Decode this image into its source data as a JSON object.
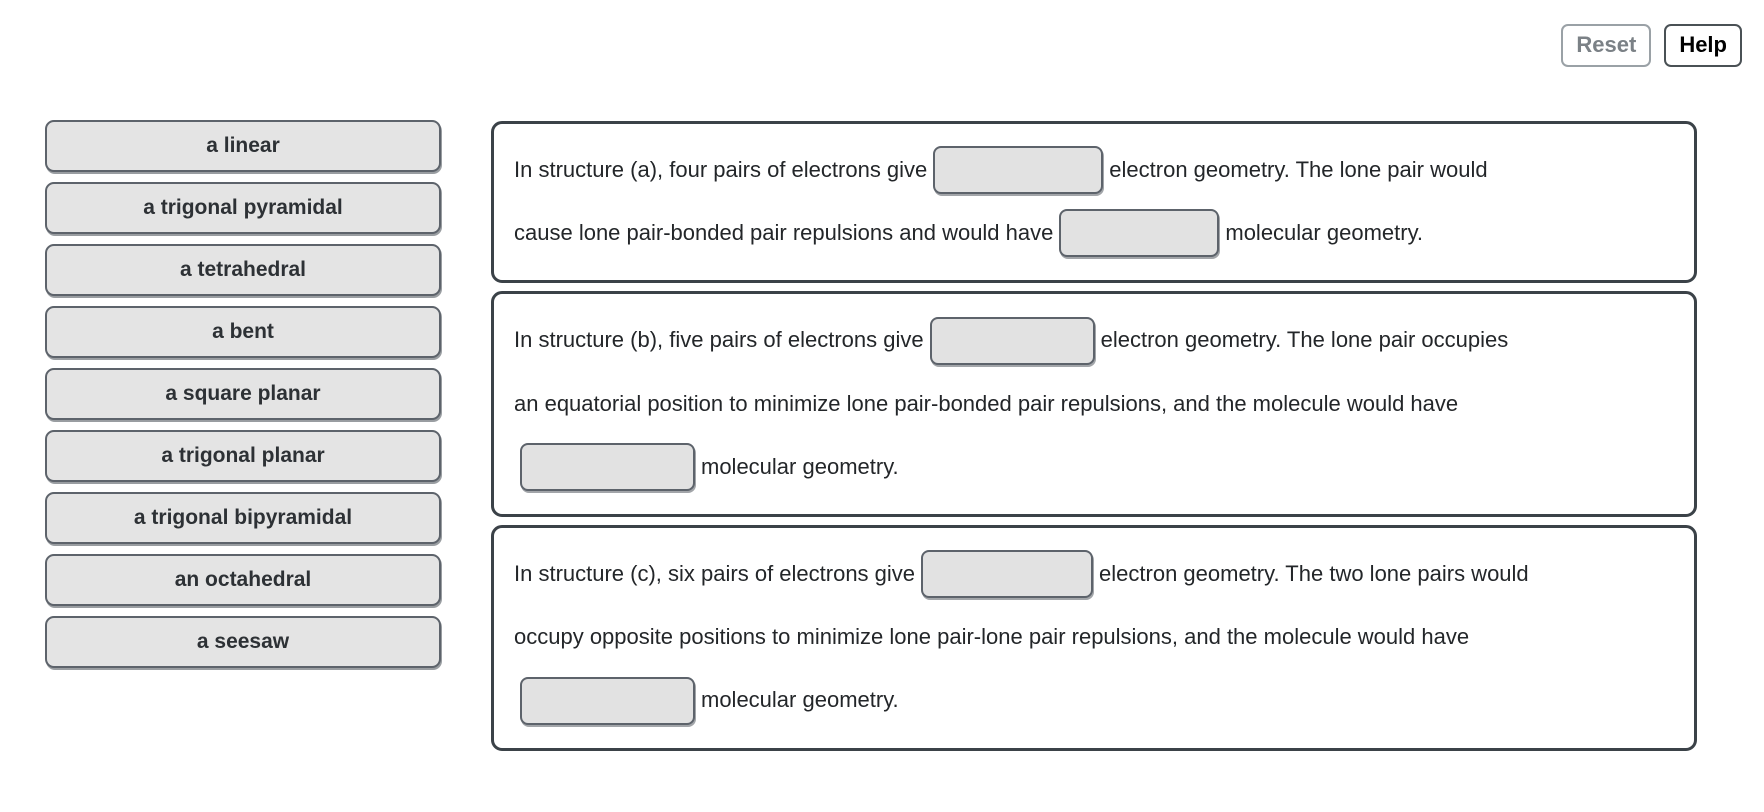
{
  "toolbar": {
    "reset_label": "Reset",
    "help_label": "Help"
  },
  "palette": {
    "items": [
      {
        "label": "a linear"
      },
      {
        "label": "a trigonal pyramidal"
      },
      {
        "label": "a tetrahedral"
      },
      {
        "label": "a bent"
      },
      {
        "label": "a square planar"
      },
      {
        "label": "a trigonal planar"
      },
      {
        "label": "a trigonal bipyramidal"
      },
      {
        "label": "an octahedral"
      },
      {
        "label": "a seesaw"
      }
    ]
  },
  "panels": [
    {
      "id": "structure-a",
      "t1": "In structure (a), four pairs of electrons give",
      "t2": "electron geometry. The lone pair would",
      "t3": "cause lone pair-bonded pair repulsions and would have",
      "t4": "molecular geometry.",
      "blank1_value": "",
      "blank2_value": ""
    },
    {
      "id": "structure-b",
      "t1": "In structure (b), five pairs of electrons give",
      "t2": "electron geometry. The lone pair occupies",
      "t3": "an equatorial position to minimize lone pair-bonded pair repulsions, and the molecule would have",
      "t4": "molecular geometry.",
      "blank1_value": "",
      "blank2_value": ""
    },
    {
      "id": "structure-c",
      "t1": "In structure (c), six pairs of electrons give",
      "t2": "electron geometry. The two lone pairs would",
      "t3": "occupy opposite positions to minimize lone pair-lone pair repulsions, and the molecule would have",
      "t4": "molecular geometry.",
      "blank1_value": "",
      "blank2_value": ""
    }
  ],
  "colors": {
    "panel_border": "#3b4248",
    "tile_fill": "#e4e4e4",
    "tile_border": "#5d636b",
    "dropzone_fill": "#e2e2e2",
    "text": "#232629",
    "reset_text": "#7b8186",
    "page_background": "#ffffff"
  }
}
